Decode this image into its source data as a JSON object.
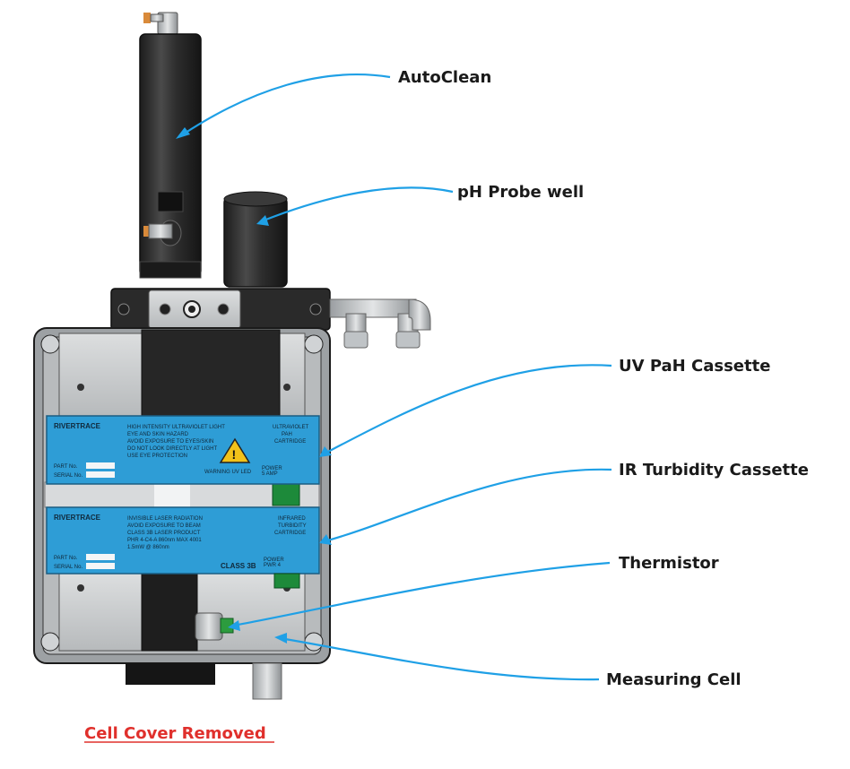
{
  "callouts": [
    {
      "id": "autoclean",
      "label": "AutoClean"
    },
    {
      "id": "ph-probe-well",
      "label": "pH Probe well"
    },
    {
      "id": "uv-pah-cassette",
      "label": "UV PaH Cassette"
    },
    {
      "id": "ir-turbidity-cassette",
      "label": "IR Turbidity Cassette"
    },
    {
      "id": "thermistor",
      "label": "Thermistor"
    },
    {
      "id": "measuring-cell",
      "label": "Measuring Cell"
    }
  ],
  "caption": "Cell Cover Removed",
  "uv_cassette": {
    "brand": "RIVERTRACE",
    "warning_lines": [
      "HIGH INTENSITY ULTRAVIOLET LIGHT",
      "EYE AND SKIN HAZARD",
      "AVOID EXPOSURE TO EYES/SKIN",
      "DO NOT LOOK DIRECTLY AT LIGHT",
      "USE EYE PROTECTION"
    ],
    "type_lines": [
      "ULTRAVIOLET",
      "PAH",
      "CARTRIDGE"
    ],
    "warning_tag": "WARNING UV LED",
    "part_label": "PART No.",
    "serial_label": "SERIAL No.",
    "power_label": "POWER",
    "power_value": "5 AMP"
  },
  "ir_cassette": {
    "brand": "RIVERTRACE",
    "warning_lines": [
      "INVISIBLE LASER RADIATION",
      "AVOID EXPOSURE TO BEAM",
      "CLASS 3B LASER PRODUCT",
      "PHR 4-C4-A 860nm MAX 4001",
      "1.5mW @ 860nm"
    ],
    "type_lines": [
      "INFRARED",
      "TURBIDITY",
      "CARTRIDGE"
    ],
    "class_label": "CLASS 3B",
    "part_label": "PART No.",
    "serial_label": "SERIAL No.",
    "power_label": "POWER",
    "power_value": "PWR 4"
  },
  "colors": {
    "leader": "#1fa0e6",
    "caption": "#e0302c",
    "cassette": "#2e9dd6",
    "housing": "#c8cbcd"
  }
}
